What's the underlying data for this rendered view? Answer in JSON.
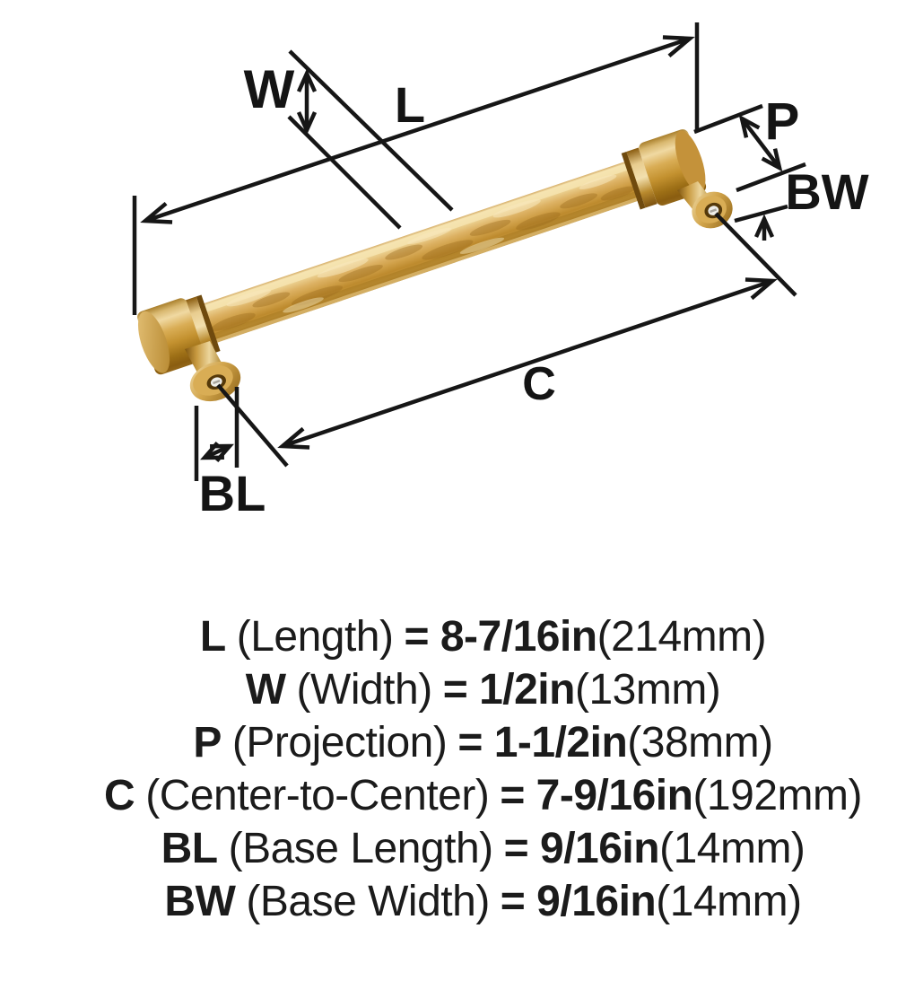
{
  "diagram": {
    "callouts": [
      {
        "id": "w",
        "text": "W"
      },
      {
        "id": "l",
        "text": "L"
      },
      {
        "id": "p",
        "text": "P"
      },
      {
        "id": "bw",
        "text": "BW"
      },
      {
        "id": "c",
        "text": "C"
      },
      {
        "id": "bl",
        "text": "BL"
      }
    ]
  },
  "specs": [
    {
      "symbol": "L",
      "name": "(Length)",
      "value": "= 8-7/16in",
      "metric": "(214mm)"
    },
    {
      "symbol": "W",
      "name": "(Width)",
      "value": "= 1/2in",
      "metric": "(13mm)"
    },
    {
      "symbol": "P",
      "name": "(Projection)",
      "value": "= 1-1/2in",
      "metric": "(38mm)"
    },
    {
      "symbol": "C",
      "name": "(Center-to-Center)",
      "value": "= 7-9/16in",
      "metric": "(192mm)"
    },
    {
      "symbol": "BL",
      "name": "(Base Length)",
      "value": "= 9/16in",
      "metric": "(14mm)"
    },
    {
      "symbol": "BW",
      "name": "(Base Width)",
      "value": "= 9/16in",
      "metric": "(14mm)"
    }
  ],
  "colors": {
    "background": "#ffffff",
    "line": "#161616",
    "text": "#1b1b1b",
    "brass_light": "#f2dfae",
    "brass_mid": "#d2a44b",
    "brass_dark": "#8a5e13",
    "screw": "#eceae2"
  }
}
